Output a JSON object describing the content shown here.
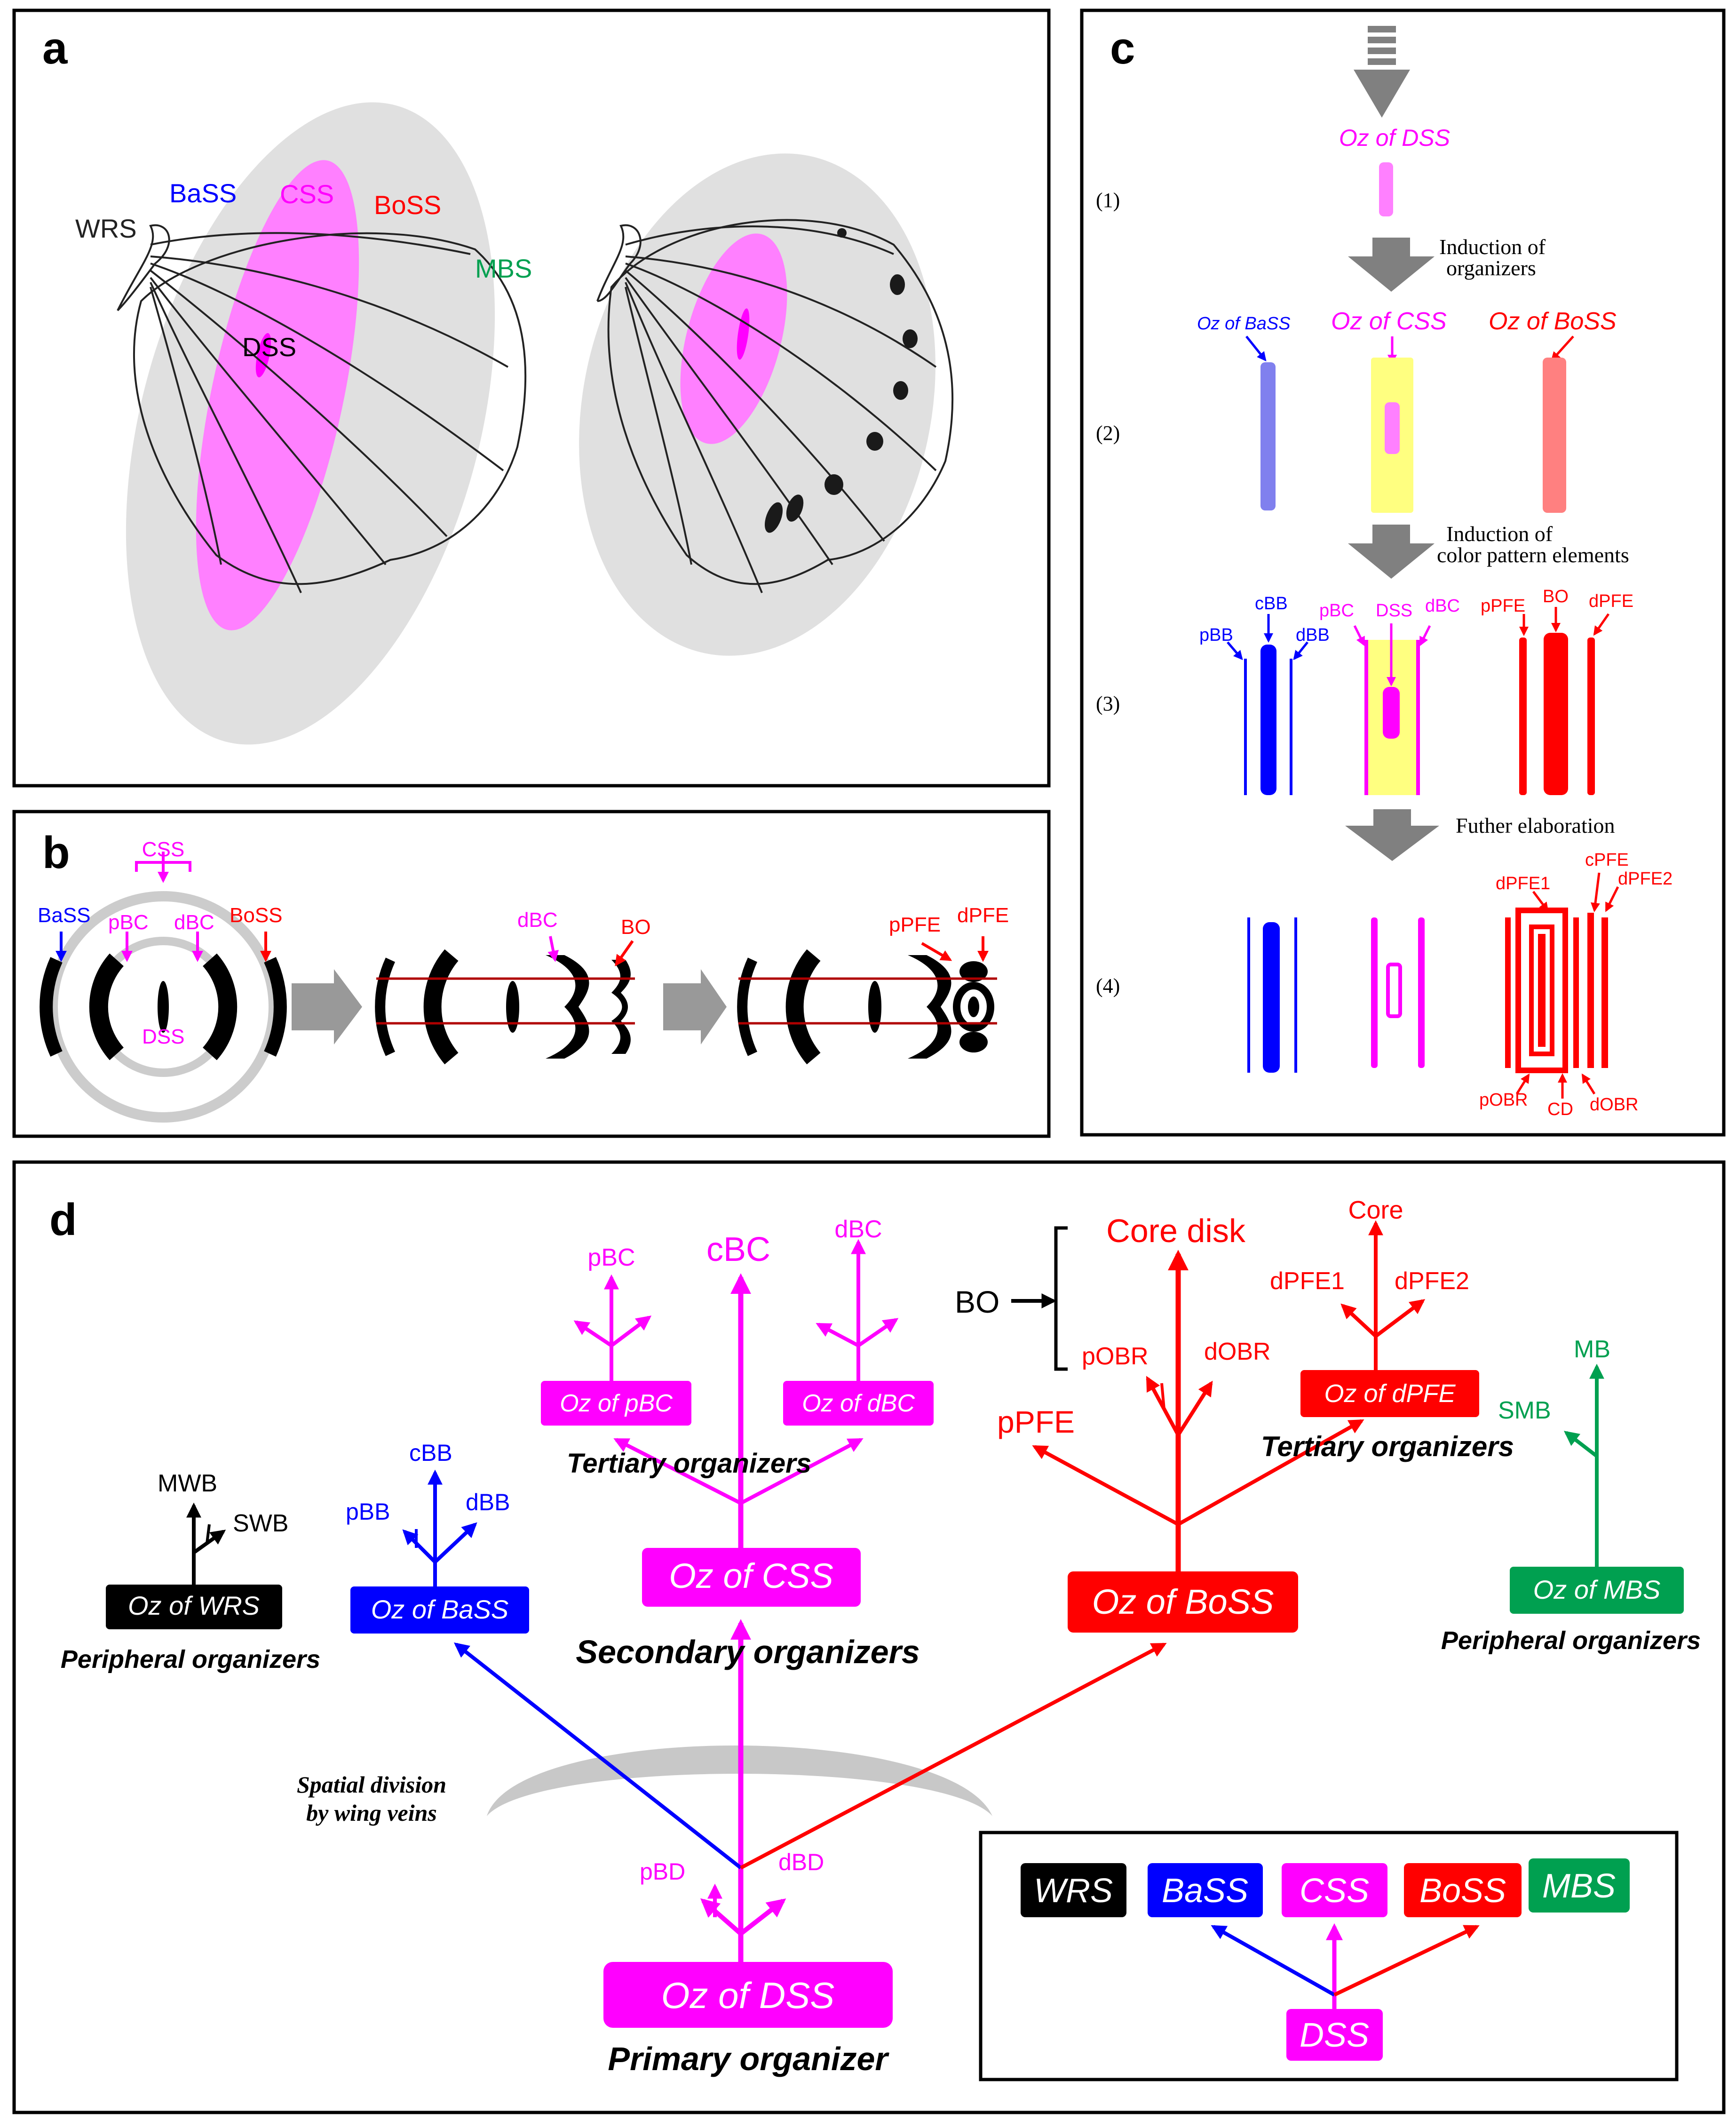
{
  "colors": {
    "magenta": "#ff00ff",
    "pink_fill": "#ff80ff",
    "blue": "#0000ff",
    "red": "#ff0000",
    "green": "#00a050",
    "gray": "#808080",
    "light_gray": "#e0e0e0",
    "yellow": "#ffff80",
    "black": "#000000"
  },
  "panel_a": {
    "letter": "a",
    "labels": {
      "wrs": "WRS",
      "bass": "BaSS",
      "css": "CSS",
      "boss": "BoSS",
      "mbs": "MBS",
      "dss": "DSS"
    }
  },
  "panel_b": {
    "letter": "b",
    "labels": {
      "css": "CSS",
      "bass": "BaSS",
      "pbc": "pBC",
      "dbc": "dBC",
      "boss": "BoSS",
      "dss": "DSS",
      "dbc2": "dBC",
      "bo": "BO",
      "ppfe": "pPFE",
      "dpfe": "dPFE"
    }
  },
  "panel_c": {
    "letter": "c",
    "steps": [
      "(1)",
      "(2)",
      "(3)",
      "(4)"
    ],
    "oz_dss": "Oz of DSS",
    "induction_organizers": [
      "Induction of",
      "organizers"
    ],
    "oz_bass": "Oz of BaSS",
    "oz_css": "Oz of CSS",
    "oz_boss": "Oz of BoSS",
    "induction_elements": [
      "Induction of",
      "color pattern elements"
    ],
    "labels3": {
      "cbb": "cBB",
      "pbb": "pBB",
      "dbb": "dBB",
      "pbc": "pBC",
      "dss": "DSS",
      "dbc": "dBC",
      "ppfe": "pPFE",
      "bo": "BO",
      "dpfe": "dPFE"
    },
    "further": "Futher elaboration",
    "labels4": {
      "cpfe": "cPFE",
      "dpfe1": "dPFE1",
      "dpfe2": "dPFE2",
      "pobr": "pOBR",
      "cd": "CD",
      "dobr": "dOBR"
    }
  },
  "panel_d": {
    "letter": "d",
    "primary_box": "Oz of DSS",
    "primary_caption": "Primary organizer",
    "pbd": "pBD",
    "dbd": "dBD",
    "spatial": [
      "Spatial division",
      "by wing veins"
    ],
    "wrs_box": "Oz of WRS",
    "mwb": "MWB",
    "swb": "SWB",
    "peripheral_left": "Peripheral organizers",
    "bass_box": "Oz of BaSS",
    "pbb": "pBB",
    "cbb": "cBB",
    "dbb": "dBB",
    "css_box": "Oz of CSS",
    "secondary": "Secondary organizers",
    "pbc_box": "Oz of pBC",
    "dbc_box": "Oz of dBC",
    "tertiary_left": "Tertiary organizers",
    "pbc": "pBC",
    "cbc": "cBC",
    "dbc": "dBC",
    "boss_box": "Oz of BoSS",
    "ppfe": "pPFE",
    "bo": "BO",
    "core_disk": "Core disk",
    "pobr": "pOBR",
    "dobr": "dOBR",
    "dpfe_box": "Oz of dPFE",
    "tertiary_right": "Tertiary organizers",
    "core": "Core",
    "dpfe1": "dPFE1",
    "dpfe2": "dPFE2",
    "mbs_box": "Oz of MBS",
    "mb": "MB",
    "smb": "SMB",
    "peripheral_right": "Peripheral organizers",
    "legend": {
      "wrs": "WRS",
      "bass": "BaSS",
      "css": "CSS",
      "boss": "BoSS",
      "mbs": "MBS",
      "dss": "DSS"
    }
  }
}
